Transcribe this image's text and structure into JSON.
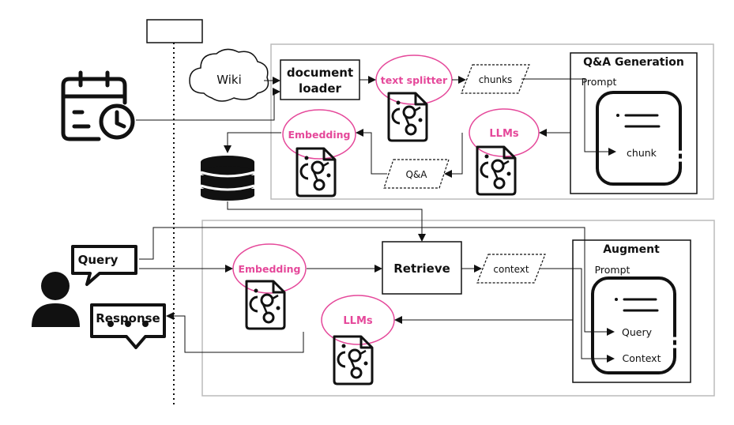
{
  "indexing": {
    "wiki": "Wiki",
    "document_loader_line1": "document",
    "document_loader_line2": "loader",
    "text_splitter": "text splitter",
    "chunks": "chunks",
    "qa_generation_title": "Q&A Generation",
    "prompt": "Prompt",
    "chunk": "chunk",
    "llms": "LLMs",
    "embedding": "Embedding",
    "qa": "Q&A"
  },
  "retrieval": {
    "query_bubble": "Query",
    "response_bubble": "Response",
    "embedding": "Embedding",
    "retrieve": "Retrieve",
    "context": "context",
    "augment_title": "Augment",
    "prompt": "Prompt",
    "query": "Query",
    "context_item": "Context",
    "llms": "LLMs"
  },
  "colors": {
    "accent": "#e5489a",
    "stroke": "#111111",
    "panel_border": "#bbbbbb"
  },
  "icons": [
    "calendar-clock-icon",
    "cloud-icon",
    "database-icon",
    "user-icon",
    "ai-file-icon",
    "speech-bubble-icon"
  ]
}
